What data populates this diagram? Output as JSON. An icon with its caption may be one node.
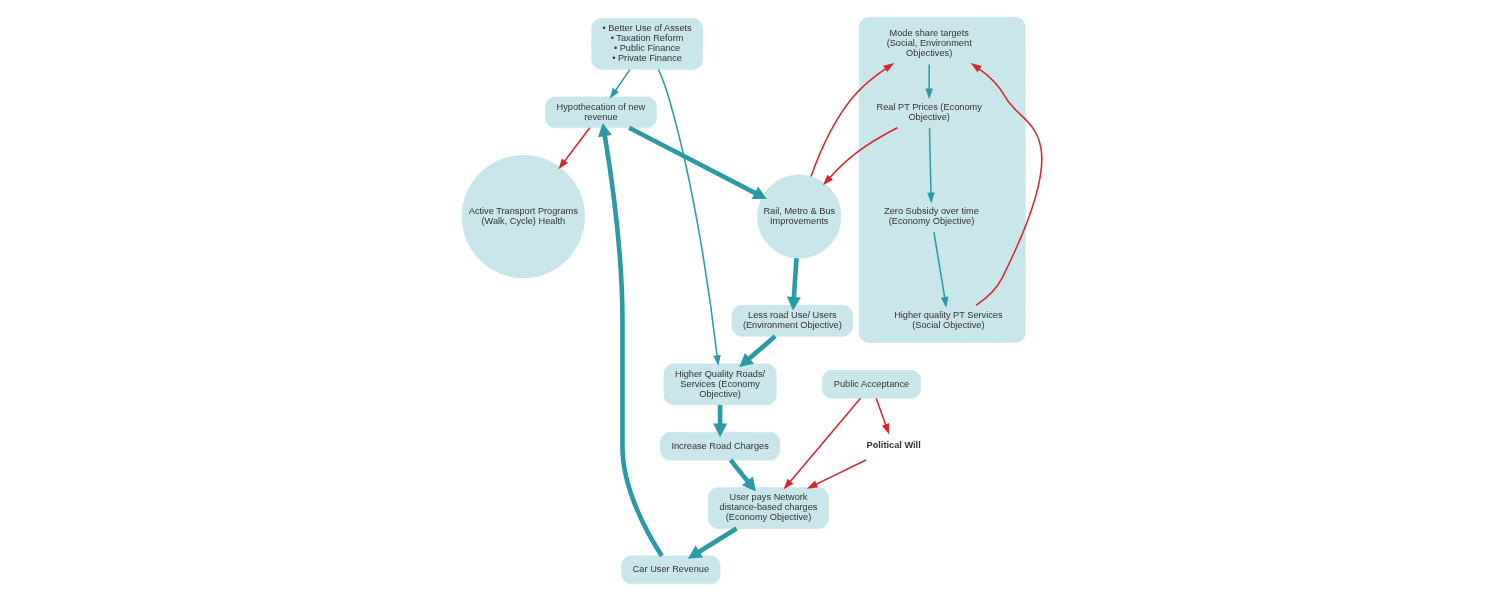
{
  "diagram": {
    "nodes": [
      {
        "text": [
          "Active Transport Programs (Walk, Cycle) Health"
        ]
      },
      {
        "text": [
          "Hypothecation of new revenue"
        ]
      },
      {
        "text": [
          "Rail, Metro & Bus Improvements"
        ]
      },
      {
        "text": [],
        "shape": "box"
      },
      {
        "text": [
          "Mode share targets (Social, Environment Objectives)"
        ],
        "in": 3
      },
      {
        "text": [
          "Real PT Prices (Economy Objective)"
        ],
        "in": 3
      },
      {
        "text": [
          "Zero Subsidy over time (Economy Objective)"
        ],
        "in": 3
      },
      {
        "text": [
          "Higher quality PT Services (Social Objective)"
        ],
        "in": 3
      },
      {
        "text": [
          "Car User Revenue"
        ]
      },
      {
        "text": [
          "• Better Use of Assets",
          "• Taxation Reform",
          "• Public Finance",
          "• Private Finance"
        ]
      },
      {
        "text": [
          "Less road Use/ Users (Environment Objective)"
        ]
      },
      {
        "text": [
          "Political Will"
        ]
      },
      {
        "text": [
          "User pays Network distance-based charges (Economy Objective)"
        ]
      },
      {
        "text": [
          "Public Acceptance"
        ]
      },
      {
        "text": [
          "Higher Quality Roads/ Services (Economy Objective)"
        ]
      },
      {
        "text": [
          "Increase Road Charges"
        ]
      }
    ],
    "edges": [
      {
        "from": 1,
        "to": 0,
        "arrow": "to",
        "color": "#d9262c"
      },
      {
        "from": 1,
        "to": 2,
        "arrow": "to",
        "style": "thick"
      },
      {
        "from": 2,
        "to": 4,
        "arrow": "to",
        "color": "#d9262c"
      },
      {
        "from": 5,
        "to": 2,
        "arrow": "to",
        "color": "#d9262c"
      },
      {
        "from": 4,
        "to": 5,
        "arrow": "to"
      },
      {
        "from": 5,
        "to": 6,
        "arrow": "to"
      },
      {
        "from": 6,
        "to": 7,
        "arrow": "to"
      },
      {
        "from": 7,
        "to": 4,
        "arrow": "to",
        "color": "#d9262c"
      },
      {
        "from": 2,
        "to": 10,
        "arrow": "to",
        "style": "thick"
      },
      {
        "from": 10,
        "to": 14,
        "arrow": "to",
        "style": "thick"
      },
      {
        "from": 14,
        "to": 15,
        "arrow": "to",
        "style": "thick"
      },
      {
        "from": 15,
        "to": 12,
        "arrow": "to",
        "style": "thick"
      },
      {
        "from": 12,
        "to": 8,
        "arrow": "to",
        "style": "thick"
      },
      {
        "from": 8,
        "to": 1,
        "arrow": "to",
        "style": "thick"
      },
      {
        "from": 9,
        "to": 1,
        "arrow": "to"
      },
      {
        "from": 9,
        "to": 14,
        "arrow": "to"
      },
      {
        "from": 11,
        "to": 12,
        "arrow": "to",
        "color": "#d9262c"
      },
      {
        "from": 13,
        "to": 11,
        "arrow": "to",
        "color": "#d9262c"
      },
      {
        "from": 13,
        "to": 12,
        "arrow": "to",
        "color": "#d9262c"
      }
    ]
  }
}
